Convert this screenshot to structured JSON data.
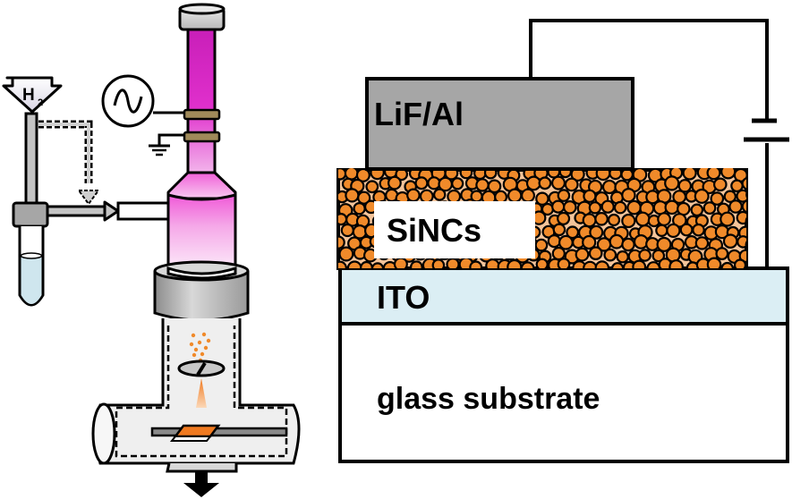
{
  "diagram": {
    "type": "schematic",
    "left_panel": {
      "title": "nonthermal plasma synthesis apparatus",
      "gas_inlet_label": "H",
      "gas_inlet_subscript": "2",
      "components": [
        "gas inlet (H2)",
        "bubbler / liquid precursor vial",
        "carrier gas bypass (dashed)",
        "RF power source",
        "ring electrodes",
        "ground",
        "plasma tube",
        "nozzle / orifice",
        "deposition chamber",
        "substrate on translating rod",
        "pump exhaust"
      ]
    },
    "right_panel": {
      "title": "LED device structure",
      "layers": [
        {
          "label": "LiF/Al",
          "color": "#a6a6a6"
        },
        {
          "label": "SiNCs",
          "color": "#f4c49a"
        },
        {
          "label": "ITO",
          "color": "#dbeef4"
        },
        {
          "label": "glass substrate",
          "color": "#ffffff"
        }
      ],
      "circuit": "DC voltage source connected between LiF/Al and ITO"
    },
    "colors": {
      "plasma": "#e020c8",
      "nanocrystal": "#f08a2a",
      "electrode_band": "#a08a5a",
      "liquid": "#cfe6ee",
      "metal_gray": "#a6a6a6"
    }
  }
}
